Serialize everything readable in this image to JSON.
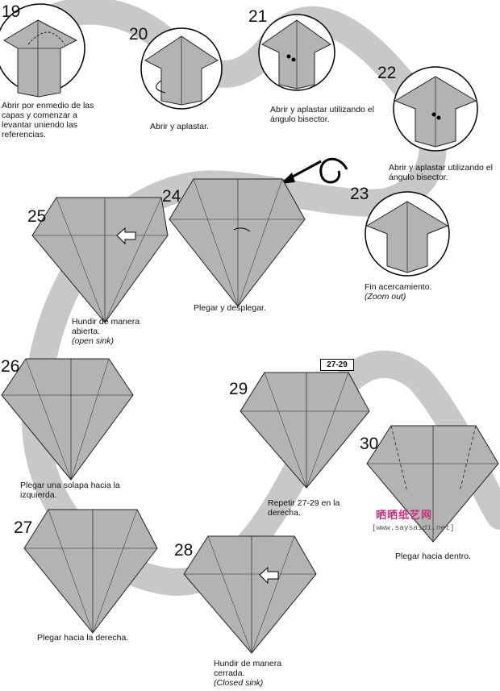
{
  "steps": [
    {
      "number": "19",
      "caption": "Abrir por enmedio de las capas y comenzar a levantar uniendo las referencias."
    },
    {
      "number": "20",
      "caption": "Abrir y aplastar."
    },
    {
      "number": "21",
      "caption": "Abrir y aplastar utilizando el ángulo bisector."
    },
    {
      "number": "22",
      "caption": "Abrir y aplastar utilizando el ángulo bisector."
    },
    {
      "number": "23",
      "caption": "Fin acercamiento.",
      "caption_alt": "(Zoom out)"
    },
    {
      "number": "24",
      "caption": "Plegar y desplegar."
    },
    {
      "number": "25",
      "caption": "Hundir de manera abierta.",
      "caption_alt": "(open sink)"
    },
    {
      "number": "26",
      "caption": "Plegar una solapa hacia la izquierda."
    },
    {
      "number": "27",
      "caption": "Plegar hacia la derecha."
    },
    {
      "number": "28",
      "caption": "Hundir de manera cerrada.",
      "caption_alt": "(Closed sink)"
    },
    {
      "number": "29",
      "caption": "Repetir 27-29 en la derecha.",
      "range_tag": "27-29"
    },
    {
      "number": "30",
      "caption": "Plegar hacia dentro."
    }
  ],
  "watermark": {
    "site_name": "晒晒纸艺网",
    "url": "[www.saysaidi.net]"
  },
  "colors": {
    "paper": "#b3b3b3",
    "path": "#c8c8c8",
    "line": "#222222",
    "background": "#ffffff"
  }
}
